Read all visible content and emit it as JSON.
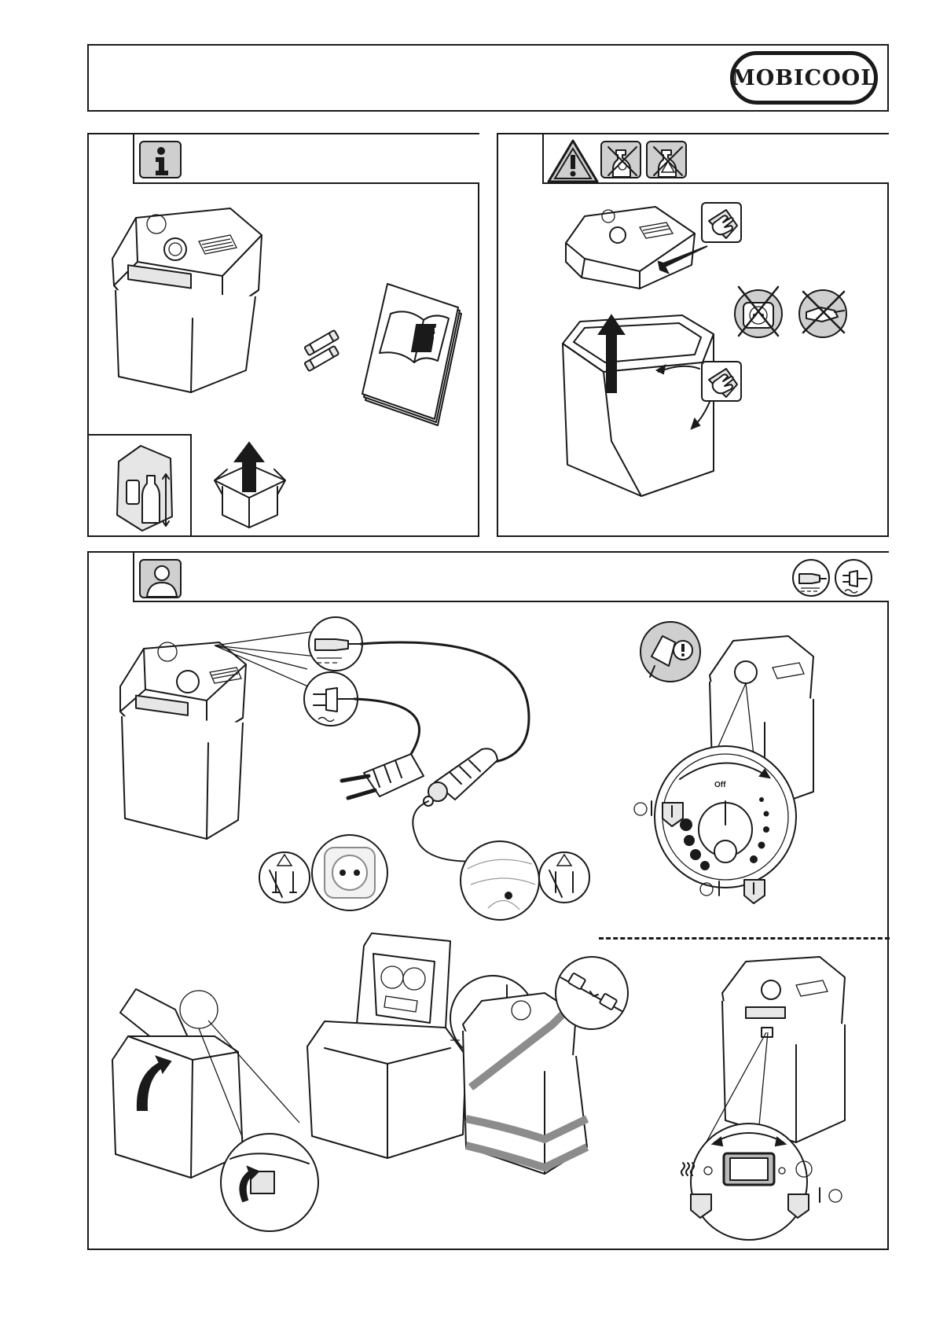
{
  "header": {
    "brand": "MOBICOOL"
  },
  "panel_info": {
    "title_icon": "info-icon",
    "scope_items": [
      "cool-box",
      "fuses",
      "manual"
    ],
    "storage_icon": "can-bottle-upright-icon",
    "unpack_icon": "unpack-box-arrow-icon"
  },
  "panel_cleaning": {
    "title_icons": [
      "warning-triangle-icon",
      "no-abrasive-cleaner-icon",
      "caution-cleaner-icon"
    ],
    "steps": [
      "wipe-lid",
      "wipe-inside",
      "no-socket-water",
      "no-plug-water"
    ]
  },
  "panel_operation": {
    "title_icon": "user-icon",
    "power_icons": [
      "dc-12v-plug-icon",
      "ac-230v-plug-icon"
    ],
    "dial_label": "Off",
    "steps": [
      "connect-cables",
      "set-temperature",
      "open-lid",
      "remove-lid",
      "strap",
      "mode-switch"
    ]
  },
  "colors": {
    "line": "#1a1a1a",
    "icon_bg": "#cfcfcf",
    "strap": "#8c8c8c"
  }
}
